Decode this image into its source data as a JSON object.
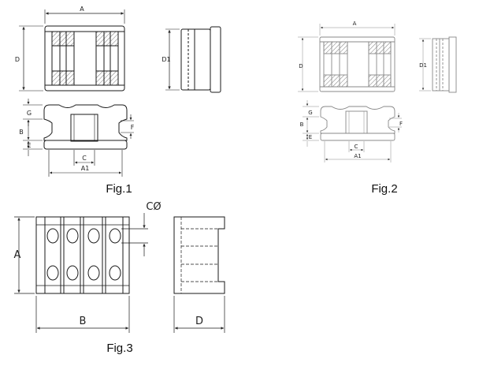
{
  "fig1": {
    "caption": "Fig.1",
    "dims": {
      "a": "A",
      "d": "D",
      "d1": "D1",
      "g": "G",
      "b": "B",
      "e": "E",
      "f": "F",
      "c": "C",
      "a1": "A1"
    }
  },
  "fig2": {
    "caption": "Fig.2",
    "dims": {
      "a": "A",
      "d": "D",
      "d1": "D1",
      "g": "G",
      "b": "B",
      "e": "E",
      "f": "F",
      "c": "C",
      "a1": "A1"
    }
  },
  "fig3": {
    "caption": "Fig.3",
    "dims": {
      "a": "A",
      "b": "B",
      "d": "D",
      "c_phi": "CØ"
    }
  },
  "colors": {
    "stroke": "#1a1a1a",
    "light": "#888888",
    "hatch": "#555555"
  }
}
